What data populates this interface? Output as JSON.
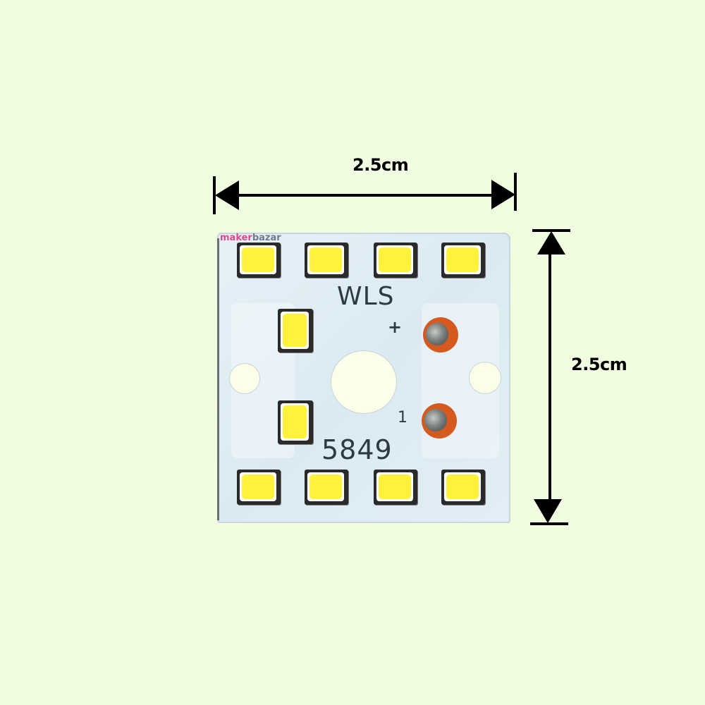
{
  "image": {
    "background_color": "#f0fde0",
    "subject": "Square LED PCB module with 12 SMD LEDs"
  },
  "dimensions": {
    "width_label": "2.5cm",
    "height_label": "2.5cm"
  },
  "pcb": {
    "watermark_prefix": "maker",
    "watermark_suffix": "bazar",
    "silkscreen_top": "WLS",
    "silkscreen_plus": "+",
    "silkscreen_minus": "1",
    "silkscreen_code": "5849",
    "led_count": 12,
    "led_color": "#fff23a",
    "pad_color": "#d45a1f",
    "board_color": "#dbeaf2"
  }
}
